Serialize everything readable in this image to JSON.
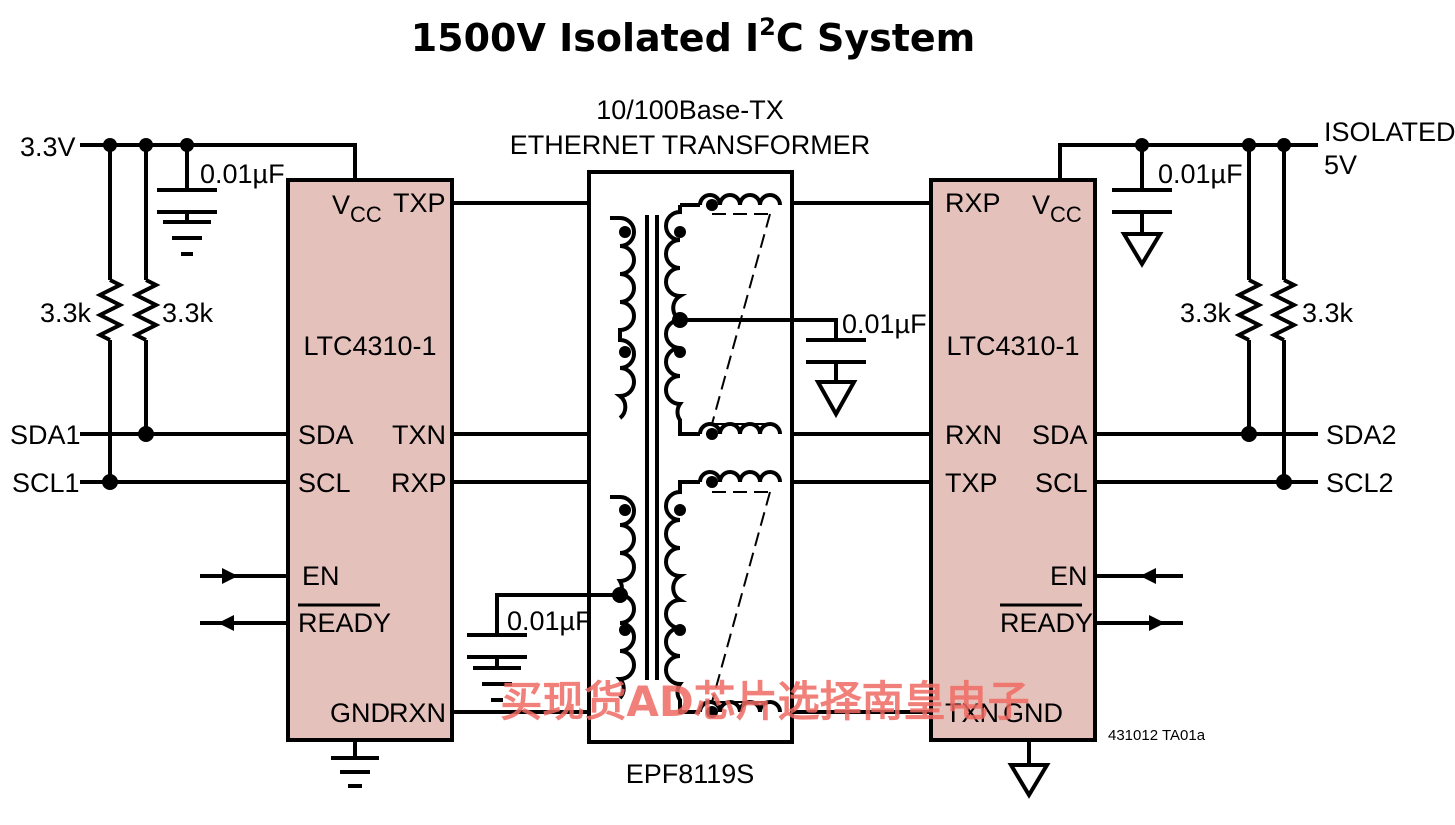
{
  "title": {
    "main": "1500V Isolated I",
    "superscript": "2",
    "rest": "C System"
  },
  "transformer": {
    "label_line1": "10/100Base-TX",
    "label_line2": "ETHERNET TRANSFORMER",
    "part": "EPF8119S"
  },
  "left_chip": {
    "name": "LTC4310-1",
    "vcc": "V",
    "vcc_sub": "CC",
    "pins": {
      "txp": "TXP",
      "sda": "SDA",
      "txn": "TXN",
      "scl": "SCL",
      "rxp": "RXP",
      "en": "EN",
      "ready": "READY",
      "gnd": "GND",
      "rxn": "RXN"
    }
  },
  "right_chip": {
    "name": "LTC4310-1",
    "vcc": "V",
    "vcc_sub": "CC",
    "pins": {
      "rxp": "RXP",
      "rxn": "RXN",
      "sda": "SDA",
      "txp": "TXP",
      "scl": "SCL",
      "en": "EN",
      "ready": "READY",
      "txn": "TXN",
      "gnd": "GND"
    }
  },
  "nets": {
    "left_supply": "3.3V",
    "sda1": "SDA1",
    "scl1": "SCL1",
    "right_supply_line1": "ISOLATED",
    "right_supply_line2": "5V",
    "sda2": "SDA2",
    "scl2": "SCL2"
  },
  "components": {
    "left_cap": "0.01µF",
    "left_r1": "3.3k",
    "left_r2": "3.3k",
    "center_cap": "0.01µF",
    "lower_cap": "0.01µF",
    "right_cap": "0.01µF",
    "right_r1": "3.3k",
    "right_r2": "3.3k"
  },
  "figure_id": "431012 TA01a",
  "watermark": "买现货AD芯片选择南皇电子"
}
